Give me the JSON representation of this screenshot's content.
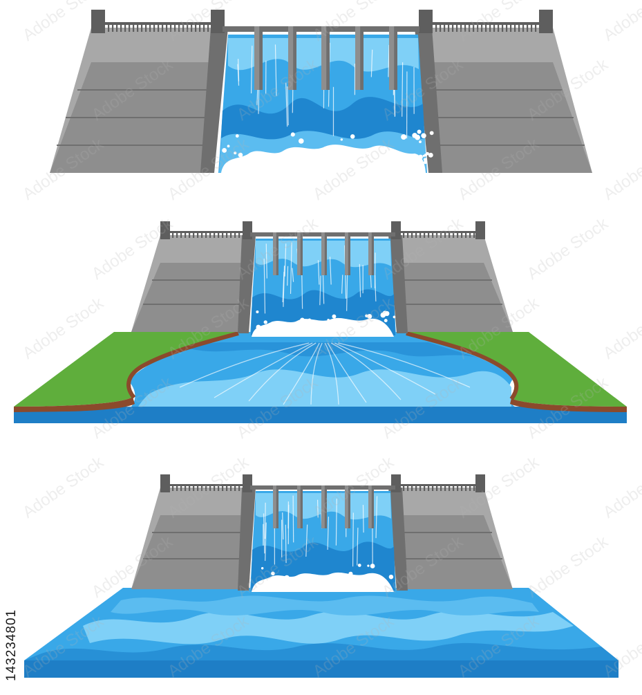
{
  "illustration": {
    "variants": [
      "dam-spillway-only",
      "dam-spillway-with-grass-banks",
      "dam-spillway-with-river"
    ],
    "colors": {
      "concrete_light": "#a8a8a8",
      "concrete_mid": "#8e8e8e",
      "concrete_dark": "#6f6f6f",
      "concrete_post": "#5e5e5e",
      "water_deep": "#1f86cf",
      "water_mid": "#39a8e8",
      "water_light": "#7fd0f7",
      "foam": "#ffffff",
      "grass": "#5fae3c",
      "soil": "#8b4a2c",
      "river_side": "#1e7ec6"
    },
    "watermark": {
      "text": "Adobe Stock",
      "stock_id": "143234801"
    }
  }
}
